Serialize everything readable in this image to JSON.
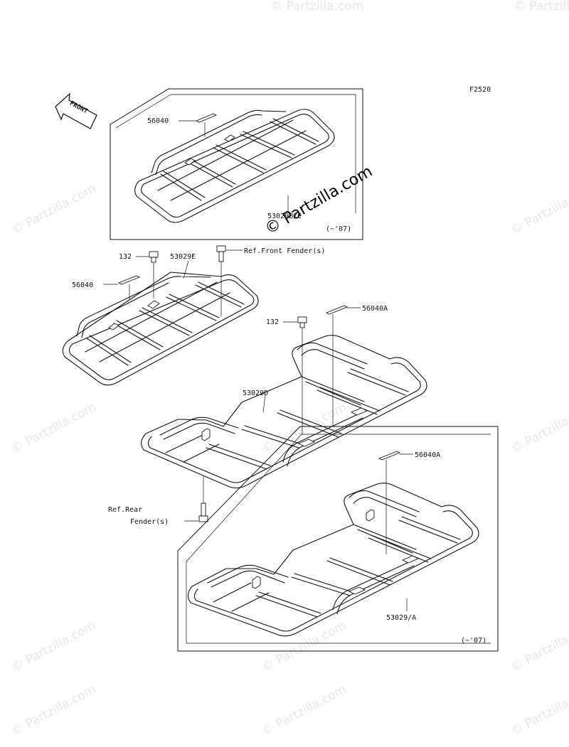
{
  "diagram_code": "F2520",
  "front_label": "FRONT",
  "watermarks": [
    "© Partzilla.com",
    "© Partzilla.com",
    "© Partzilla.com",
    "© Partzilla.com",
    "© Partzilla.com",
    "© Partzilla.com",
    "© Partzilla.com",
    "© Partzilla.com",
    "© Partzilla.com",
    "© Partzilla.com",
    "© Partzilla.com",
    "© Partzilla.com",
    "© Partzilla.com"
  ],
  "center_watermark": "© Partzilla.com",
  "callouts": {
    "decal_top": "56040",
    "carrier_top": "53029B/C",
    "top_note": "(~'07)",
    "bolt_front": "132",
    "carrier_front": "53029E",
    "ref_front": "Ref.Front Fender(s)",
    "decal_front": "56040",
    "decal_rear": "56040A",
    "bolt_rear": "132",
    "carrier_rear": "53029D",
    "ref_rear_line1": "Ref.Rear",
    "ref_rear_line2": "Fender(s)",
    "decal_bottom": "56040A",
    "carrier_bottom": "53029/A",
    "bottom_note": "(~'07)"
  }
}
